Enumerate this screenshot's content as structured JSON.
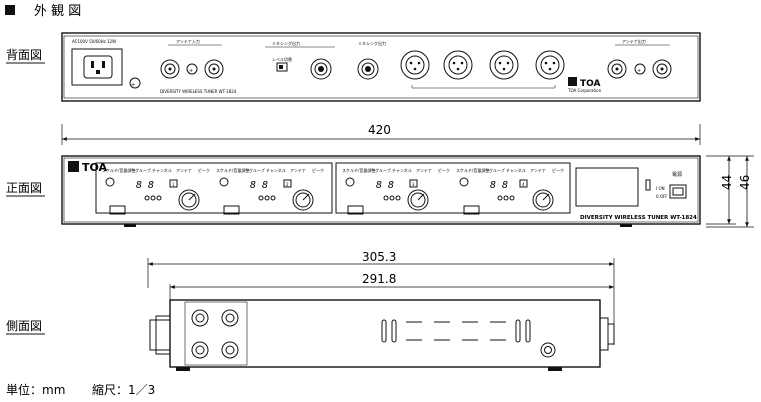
{
  "header": {
    "title": "外 観 図"
  },
  "views": {
    "rear": "背面図",
    "front": "正面図",
    "side": "側面図"
  },
  "dimensions": {
    "width": "420",
    "height_inner": "44",
    "height_outer": "46",
    "depth_overall": "305.3",
    "depth_body": "291.8"
  },
  "footer": {
    "units": "単位：mm",
    "scale": "縮尺：1／3"
  },
  "device": {
    "brand": "TOA",
    "model_label": "DIVERSITY WIRELESS TUNER WT-1824",
    "rear_model_label": "DIVERSITY WIRELESS TUNER WT-1824",
    "rear_brand_sub": "TOA Corporation",
    "channel_knob_label": "アンテナ",
    "group_label": "グループ",
    "channel_label": "チャンネル",
    "peak_label": "ピーク",
    "segment_digits": "8 8",
    "channel_numbers": [
      "1",
      "2",
      "3",
      "4"
    ]
  }
}
